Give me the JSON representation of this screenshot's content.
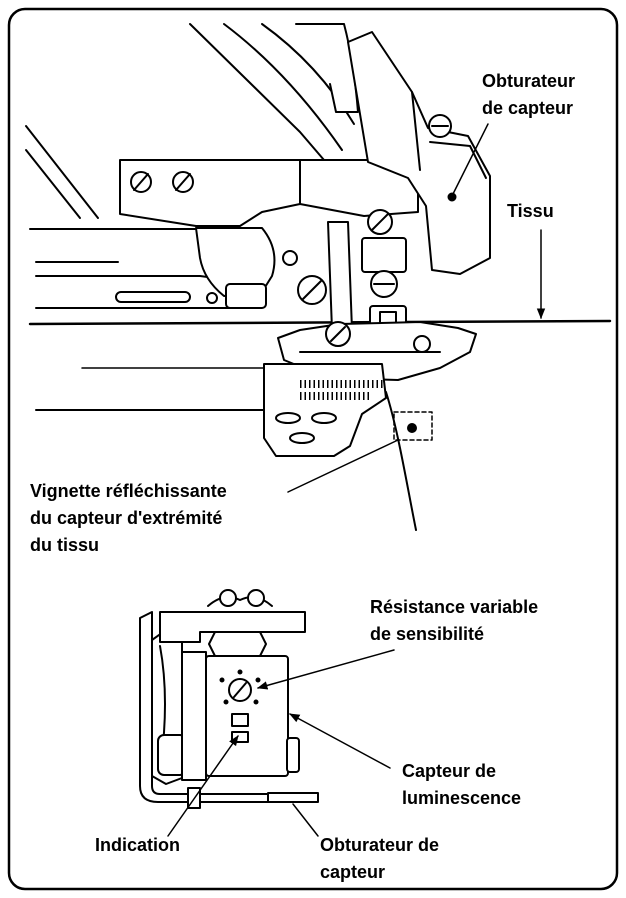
{
  "colors": {
    "line": "#000000",
    "background": "#ffffff"
  },
  "labels": {
    "sensor_shutter_top": [
      "Obturateur",
      "de capteur"
    ],
    "fabric": "Tissu",
    "reflective_sticker": [
      "Vignette réfléchissante",
      "du capteur d'extrémité",
      "du tissu"
    ],
    "sensitivity_resistor": [
      "Résistance variable",
      "de sensibilité"
    ],
    "luminescence_sensor": [
      "Capteur de",
      "luminescence"
    ],
    "indication": "Indication",
    "sensor_shutter_bottom": [
      "Obturateur de",
      "capteur"
    ]
  }
}
